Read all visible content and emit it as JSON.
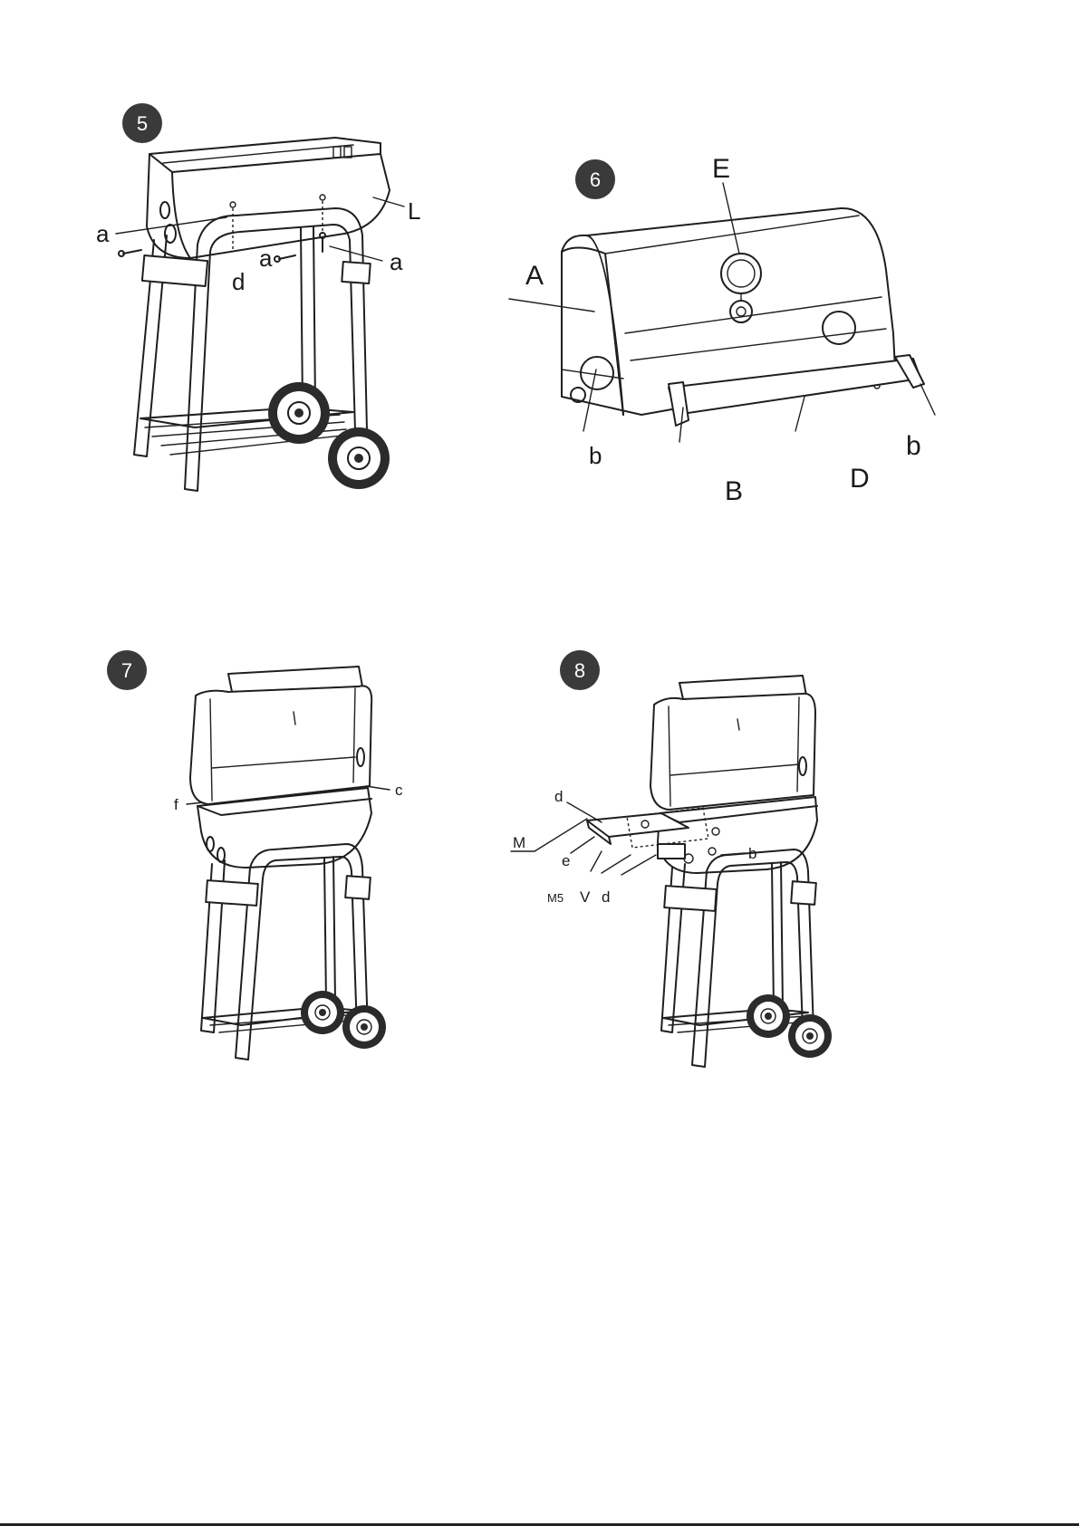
{
  "steps": [
    {
      "number": "5",
      "labels": {
        "a1": "a",
        "a2": "a",
        "a3": "a",
        "d": "d",
        "L": "L"
      }
    },
    {
      "number": "6",
      "labels": {
        "A": "A",
        "E": "E",
        "b1": "b",
        "b2": "b",
        "B": "B",
        "D": "D"
      }
    },
    {
      "number": "7",
      "labels": {
        "c": "c",
        "f": "f"
      }
    },
    {
      "number": "8",
      "labels": {
        "d1": "d",
        "d2": "d",
        "M": "M",
        "e": "e",
        "M5": "M5",
        "V": "V",
        "b": "b"
      }
    }
  ]
}
